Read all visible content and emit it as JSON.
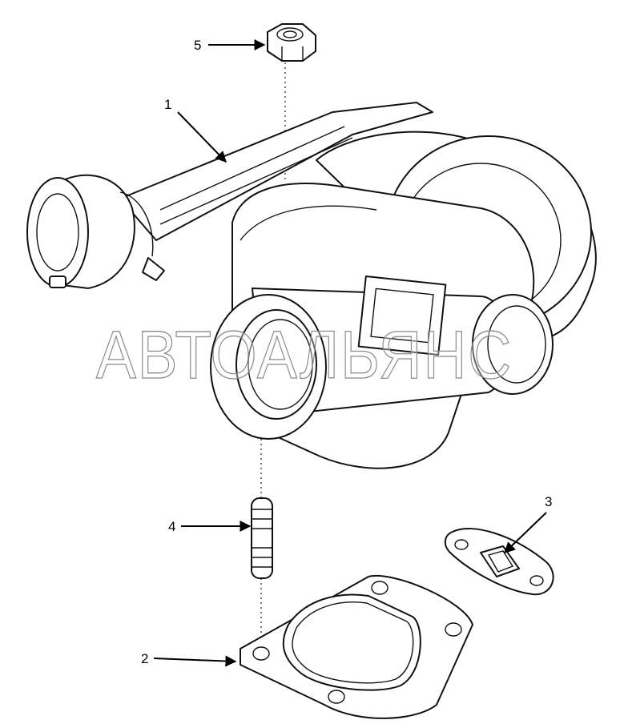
{
  "watermark": "АВТОАЛЬЯНС",
  "callouts": [
    {
      "id": "1",
      "label": "1"
    },
    {
      "id": "2",
      "label": "2"
    },
    {
      "id": "3",
      "label": "3"
    },
    {
      "id": "4",
      "label": "4"
    },
    {
      "id": "5",
      "label": "5"
    }
  ],
  "colors": {
    "line": "#111111",
    "background": "#ffffff",
    "watermark_stroke": "#8a8a8a"
  }
}
